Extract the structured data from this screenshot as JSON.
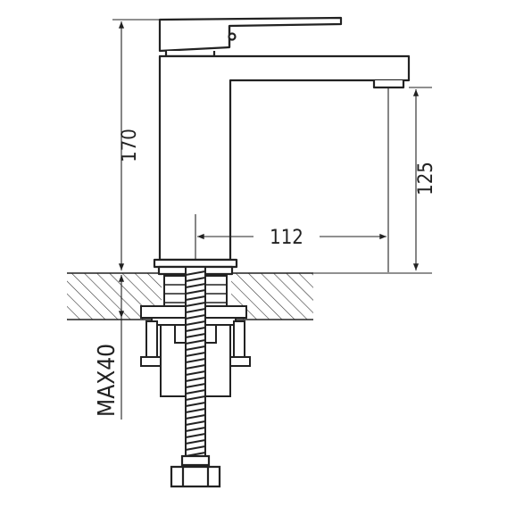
{
  "dimensions": {
    "total_height": "170",
    "spout_height": "125",
    "spout_reach": "112",
    "max_deck_thickness": "MAX40"
  },
  "colors": {
    "line": "#222222",
    "hatch": "#333333",
    "background": "#ffffff"
  }
}
